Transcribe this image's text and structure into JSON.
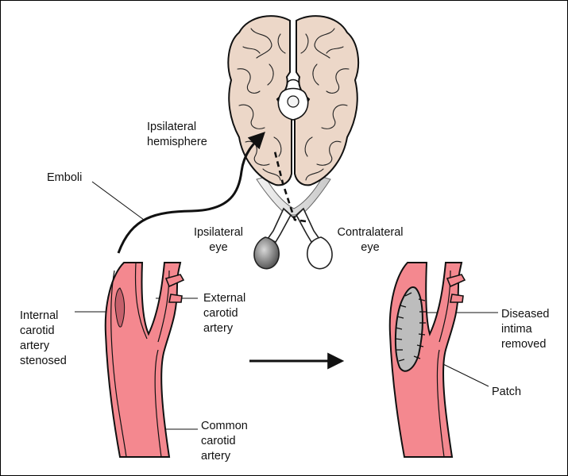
{
  "labels": {
    "ipsilateral_hemisphere": "Ipsilateral\nhemisphere",
    "emboli": "Emboli",
    "ipsilateral_eye": "Ipsilateral\neye",
    "contralateral_eye": "Contralateral\neye",
    "internal_carotid": "Internal\ncarotid\nartery\nstenosed",
    "external_carotid": "External\ncarotid\nartery",
    "common_carotid": "Common\ncarotid\nartery",
    "diseased_intima": "Diseased\nintima\nremoved",
    "patch": "Patch"
  },
  "colors": {
    "artery": "#f4888f",
    "brain": "#ecd7c8",
    "outline": "#111111",
    "patch": "#bdbdbd",
    "eye_ipsilateral": "#8a8a8a",
    "optic_nerve": "#dcdcdc"
  }
}
